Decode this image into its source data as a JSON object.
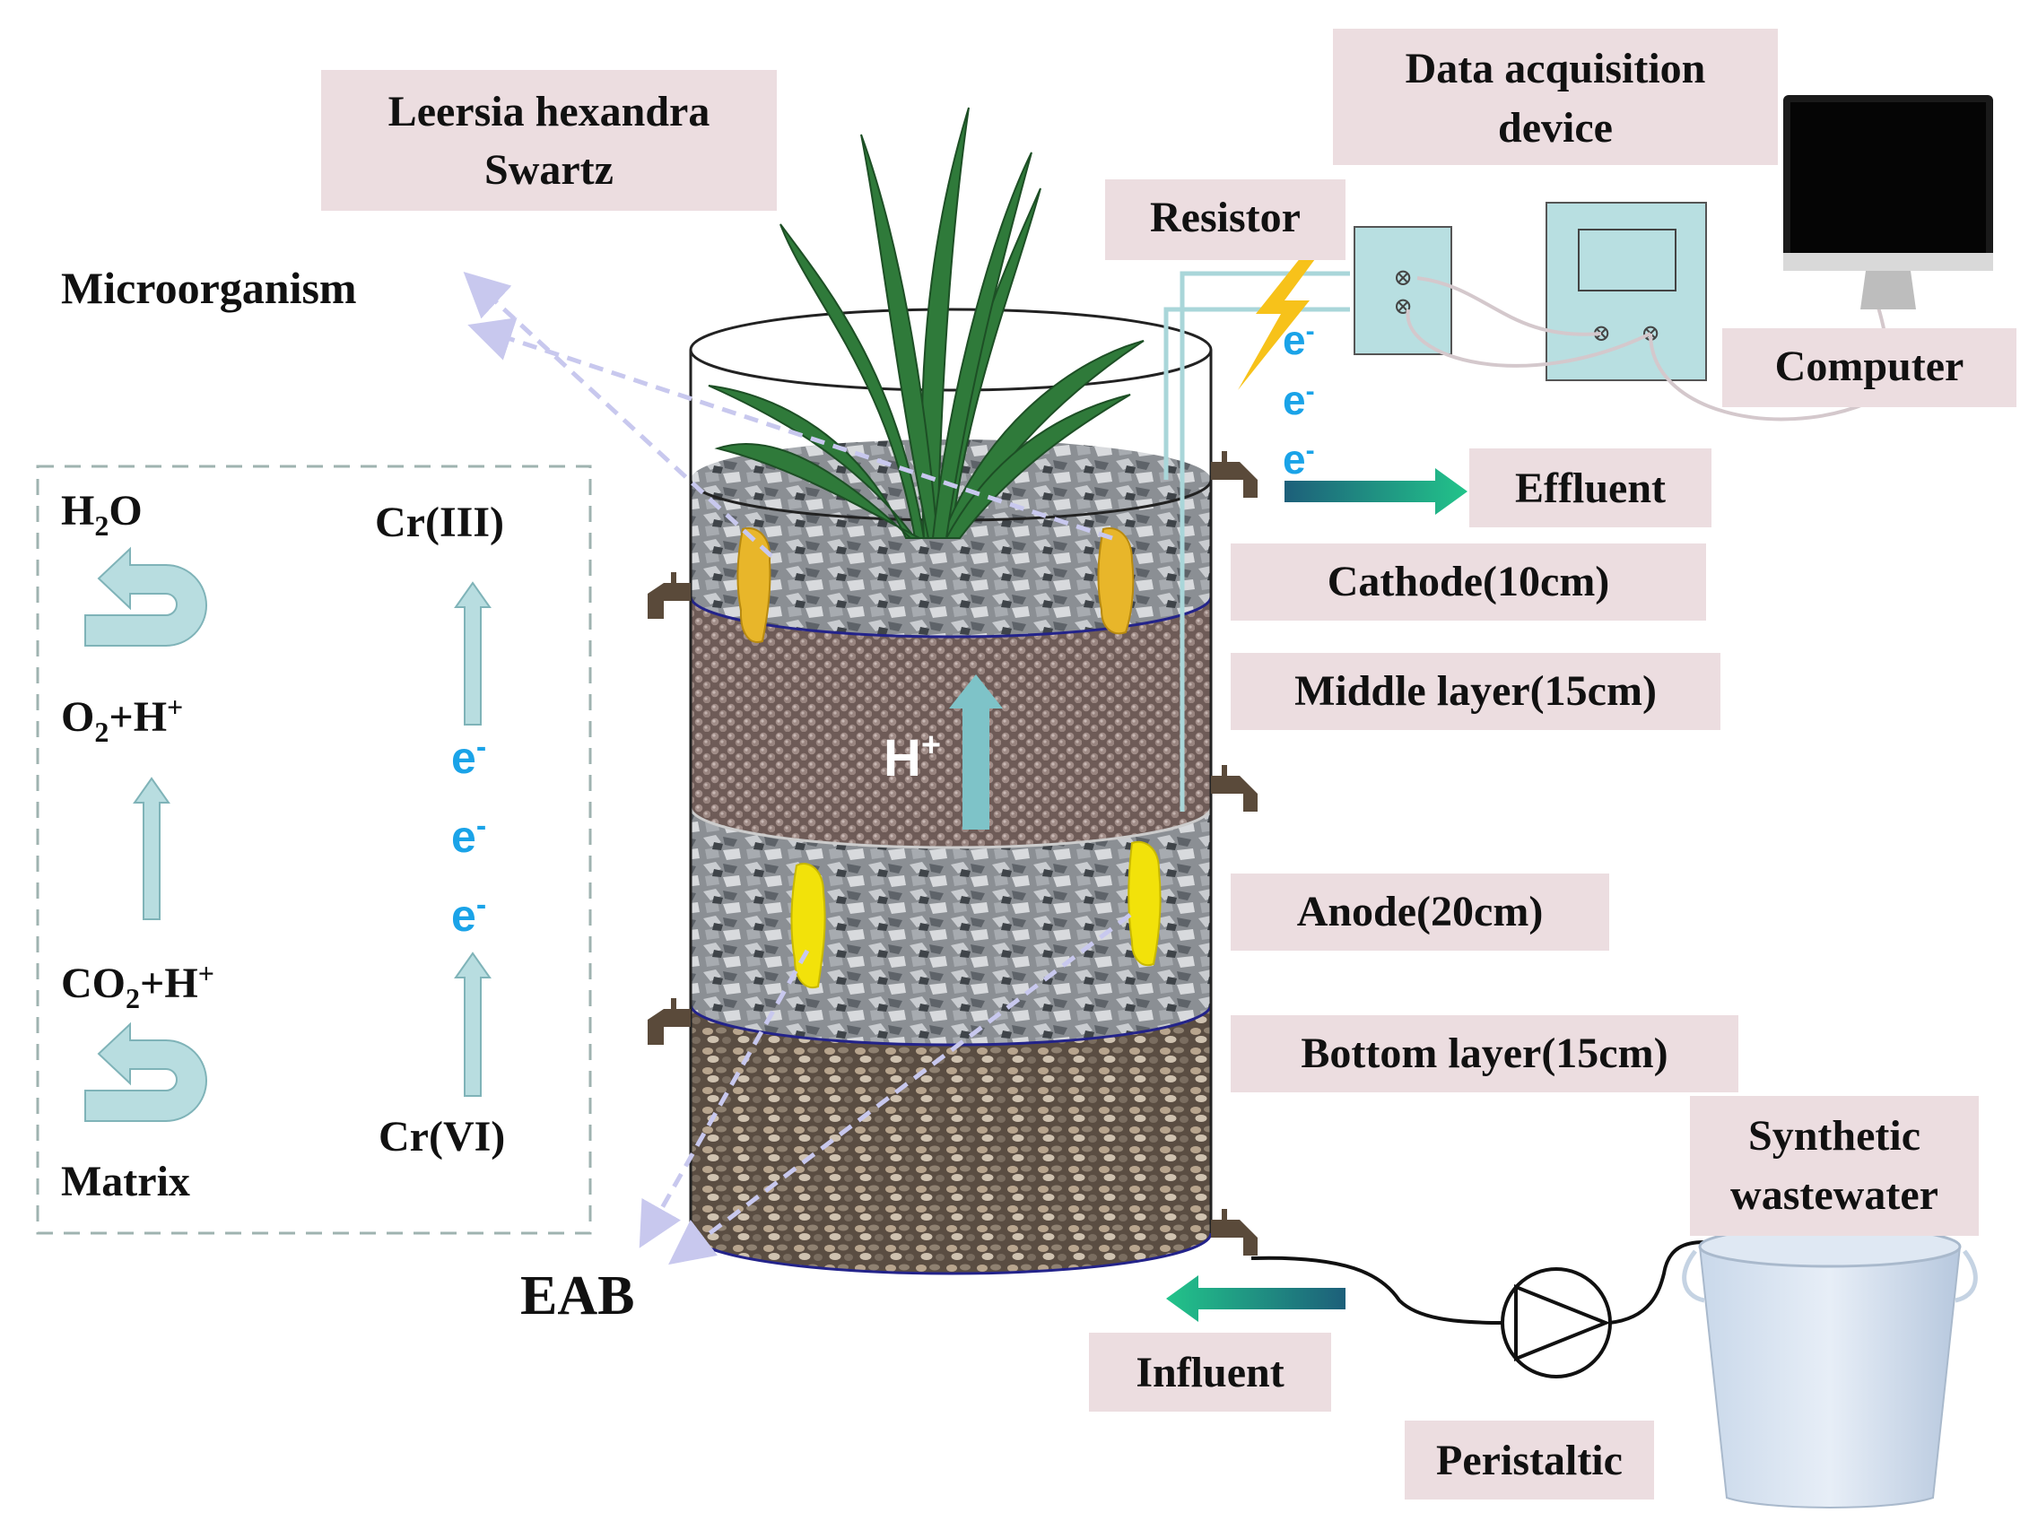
{
  "labels": {
    "plant": [
      "Leersia hexandra",
      "Swartz"
    ],
    "microorganism": "Microorganism",
    "data_acquisition": [
      "Data acquisition",
      "device"
    ],
    "resistor": "Resistor",
    "computer": "Computer",
    "effluent": "Effluent",
    "cathode": "Cathode(10cm)",
    "middle_layer": "Middle layer(15cm)",
    "anode": "Anode(20cm)",
    "bottom_layer": "Bottom layer(15cm)",
    "synthetic_wastewater": [
      "Synthetic",
      "wastewater"
    ],
    "influent": "Influent",
    "peristaltic": "Peristaltic",
    "eab": "EAB",
    "proton": "H",
    "proton_sup": "+",
    "electron": "e",
    "electron_sup": "-"
  },
  "reaction_panel": {
    "h2o_base": "H",
    "h2o_sub": "2",
    "h2o_tail": "O",
    "o2_base": "O",
    "o2_sub": "2",
    "o2_tail": "+H",
    "o2_sup": "+",
    "co2_base": "CO",
    "co2_sub": "2",
    "co2_tail": "+H",
    "co2_sup": "+",
    "matrix": "Matrix",
    "cr3": "Cr(III)",
    "cr6": "Cr(VI)"
  },
  "colors": {
    "label_box": "#ecdde0",
    "arrow_teal": "#b8dde0",
    "arrow_teal_stroke": "#7fb3b8",
    "electron_blue": "#1aa3e8",
    "dashed_arrow": "#c8c8ee",
    "panel_border": "#9fb3b0",
    "bolt": "#f7c21a",
    "flow_arrow": "#1fbf8f"
  }
}
